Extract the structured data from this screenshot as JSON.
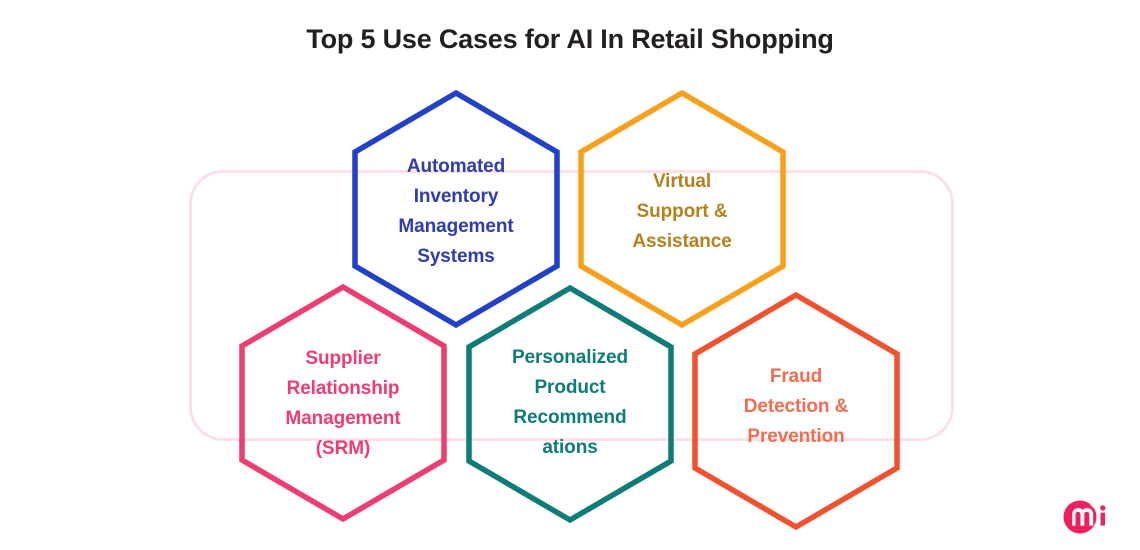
{
  "title": "Top 5 Use Cases for AI In Retail Shopping",
  "background_frame": {
    "shape": "rounded-rectangle",
    "border_color": "#FBE0E8"
  },
  "hexagons": [
    {
      "id": "automated-inventory-management-systems",
      "label": "Automated\nInventory\nManagement\nSystems",
      "border_color": "#2141C8",
      "text_color": "#2E3CAE",
      "position": "top-left"
    },
    {
      "id": "virtual-support-assistance",
      "label": "Virtual\nSupport &\nAssistance",
      "border_color": "#F8A01C",
      "text_color": "#B5801F",
      "position": "top-right"
    },
    {
      "id": "supplier-relationship-management",
      "label": "Supplier\nRelationship\nManagement\n(SRM)",
      "border_color": "#EE3D70",
      "text_color": "#EE3D70",
      "position": "bottom-left"
    },
    {
      "id": "personalized-product-recommendations",
      "label": "Personalized\nProduct\nRecommend\nations",
      "border_color": "#0E7C77",
      "text_color": "#0E7C77",
      "position": "bottom-middle"
    },
    {
      "id": "fraud-detection-prevention",
      "label": "Fraud\nDetection &\nPrevention",
      "border_color": "#F0522F",
      "text_color": "#F26C4F",
      "position": "bottom-right"
    }
  ],
  "logo": {
    "name": "brand-logo",
    "mark_color": "#EE2060",
    "accent_color": "#E8295E"
  }
}
